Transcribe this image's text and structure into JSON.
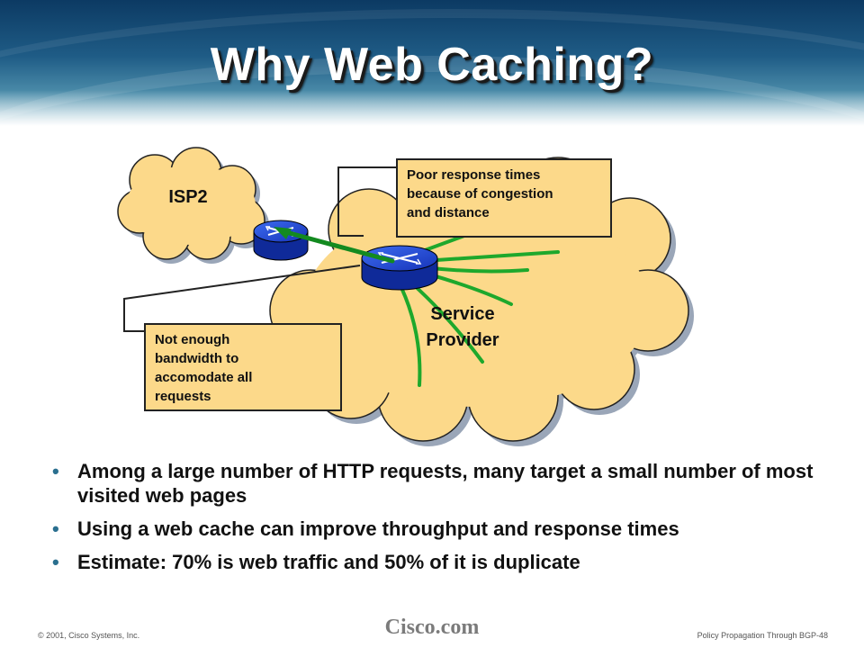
{
  "header": {
    "title": "Why Web Caching?"
  },
  "diagram": {
    "isp_cloud_label": "ISP2",
    "provider_cloud_label_line1": "Service",
    "provider_cloud_label_line2": "Provider",
    "callout_top": {
      "line1": "Poor response times",
      "line2": "because of congestion",
      "line3": "and distance"
    },
    "callout_bottom": {
      "line1": "Not enough",
      "line2": "bandwidth to",
      "line3": "accomodate all",
      "line4": "requests"
    },
    "colors": {
      "cloud_fill": "#fcd98a",
      "router_blue": "#1a3fd4",
      "traffic_green": "#1ea82c",
      "callout_fill": "#fcd98a"
    }
  },
  "bullets": [
    {
      "marker": "•",
      "text": "Among a large number of HTTP requests, many target a small number of most visited web pages"
    },
    {
      "marker": "•",
      "text": "Using a web cache can improve throughput and response times"
    },
    {
      "marker": "•",
      "text": "Estimate: 70% is web traffic and 50% of it is duplicate"
    }
  ],
  "footer": {
    "copyright": "© 2001, Cisco Systems, Inc.",
    "logo": "Cisco.com",
    "course": "Policy Propagation Through BGP-48"
  }
}
